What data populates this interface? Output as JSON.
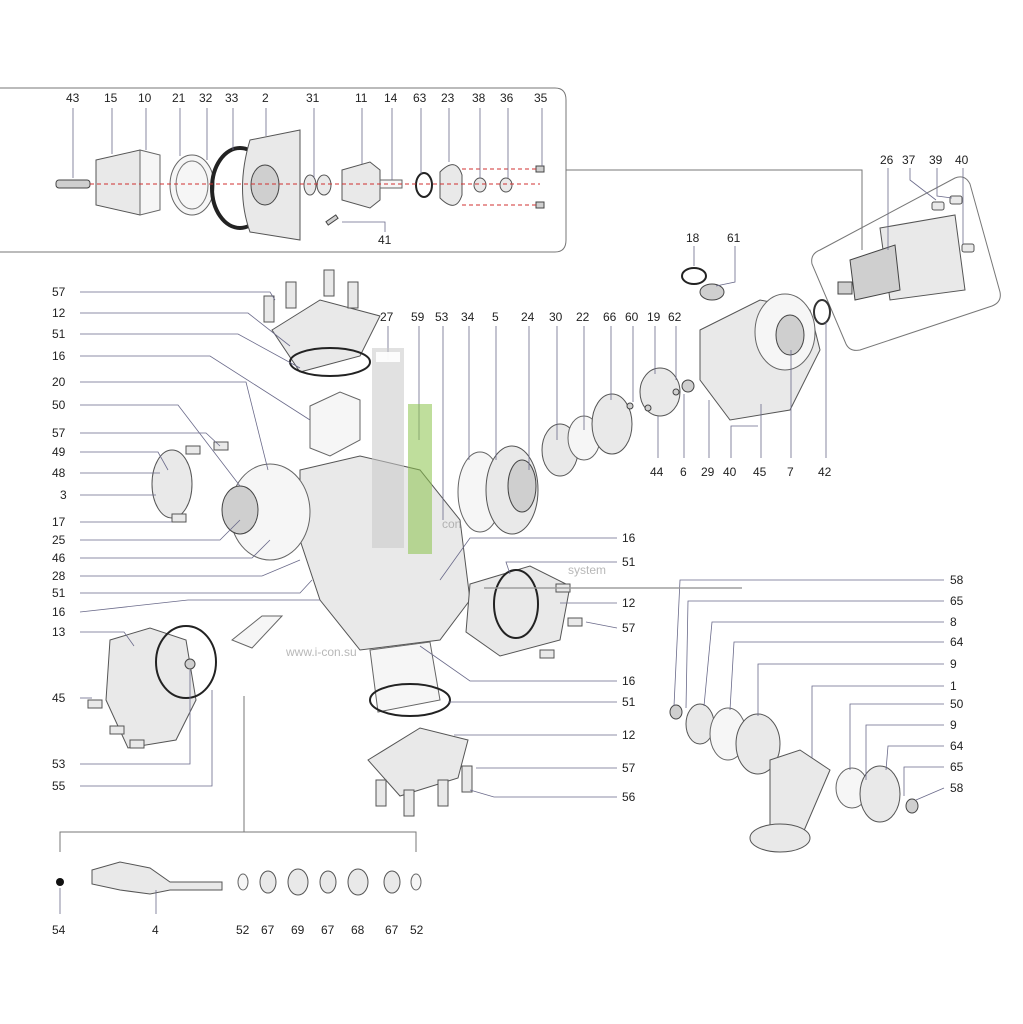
{
  "labels": {
    "top": [
      "43",
      "15",
      "10",
      "21",
      "32",
      "33",
      "2",
      "31",
      "11",
      "14",
      "63",
      "23",
      "38",
      "36",
      "35"
    ],
    "top_41": "41",
    "right_inset": [
      "26",
      "37",
      "39",
      "40"
    ],
    "pump_top": [
      "18",
      "61"
    ],
    "row_top": [
      "27",
      "59",
      "53",
      "34",
      "5",
      "24",
      "30",
      "22",
      "66",
      "60",
      "19",
      "62"
    ],
    "row_bottom": [
      "44",
      "6",
      "29",
      "40",
      "45",
      "7",
      "42"
    ],
    "left": [
      "57",
      "12",
      "51",
      "16",
      "20",
      "50",
      "57",
      "49",
      "48",
      "3",
      "17",
      "25",
      "46",
      "28",
      "51",
      "16",
      "13",
      "45",
      "53",
      "55"
    ],
    "center_right": [
      "16",
      "51",
      "12",
      "57",
      "16",
      "51",
      "12",
      "57",
      "56"
    ],
    "far_right": [
      "58",
      "65",
      "8",
      "64",
      "9",
      "1",
      "50",
      "9",
      "64",
      "65",
      "58"
    ],
    "bottom": [
      "54",
      "4",
      "52",
      "67",
      "69",
      "67",
      "68",
      "67",
      "52"
    ]
  },
  "watermark": {
    "brand": "con",
    "sub": "system",
    "url": "www.i-con.su"
  }
}
